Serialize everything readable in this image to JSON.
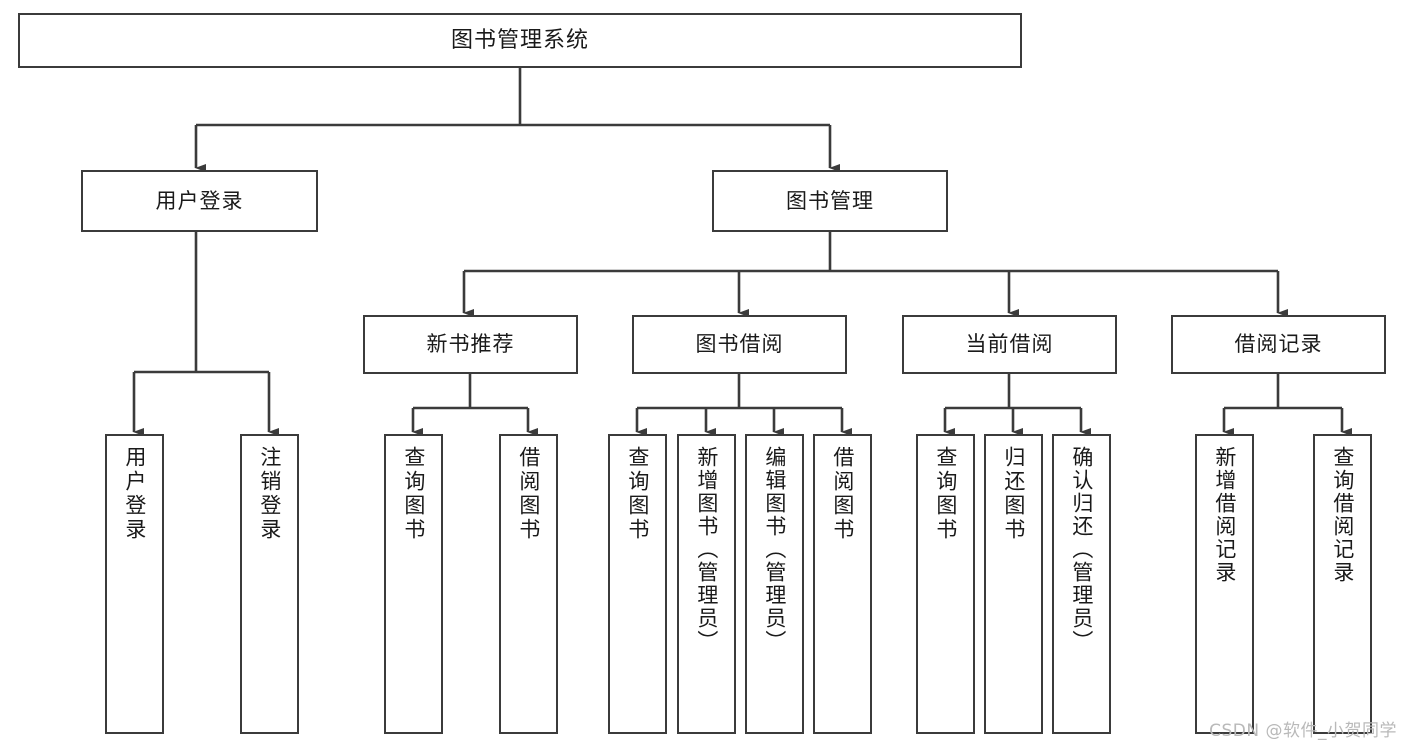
{
  "diagram": {
    "title": "图书管理系统",
    "type": "tree-hierarchy",
    "root": {
      "label": "图书管理系统"
    },
    "level2": [
      {
        "label": "用户登录"
      },
      {
        "label": "图书管理"
      }
    ],
    "level3": [
      {
        "label": "新书推荐"
      },
      {
        "label": "图书借阅"
      },
      {
        "label": "当前借阅"
      },
      {
        "label": "借阅记录"
      }
    ],
    "leaves": {
      "user_login": [
        {
          "label": "用户登录"
        },
        {
          "label": "注销登录"
        }
      ],
      "new_book_recommend": [
        {
          "label": "查询图书"
        },
        {
          "label": "借阅图书"
        }
      ],
      "book_borrow": [
        {
          "label": "查询图书"
        },
        {
          "label": "新增图书（管理员）"
        },
        {
          "label": "编辑图书（管理员）"
        },
        {
          "label": "借阅图书"
        }
      ],
      "current_borrow": [
        {
          "label": "查询图书"
        },
        {
          "label": "归还图书"
        },
        {
          "label": "确认归还（管理员）"
        }
      ],
      "borrow_record": [
        {
          "label": "新增借阅记录"
        },
        {
          "label": "查询借阅记录"
        }
      ]
    }
  },
  "watermark": {
    "text": "CSDN @软件_小贺同学"
  },
  "colors": {
    "border": "#3b3b3b",
    "text": "#1a1a1a",
    "background": "#ffffff",
    "watermark": "#b9b9b9"
  }
}
